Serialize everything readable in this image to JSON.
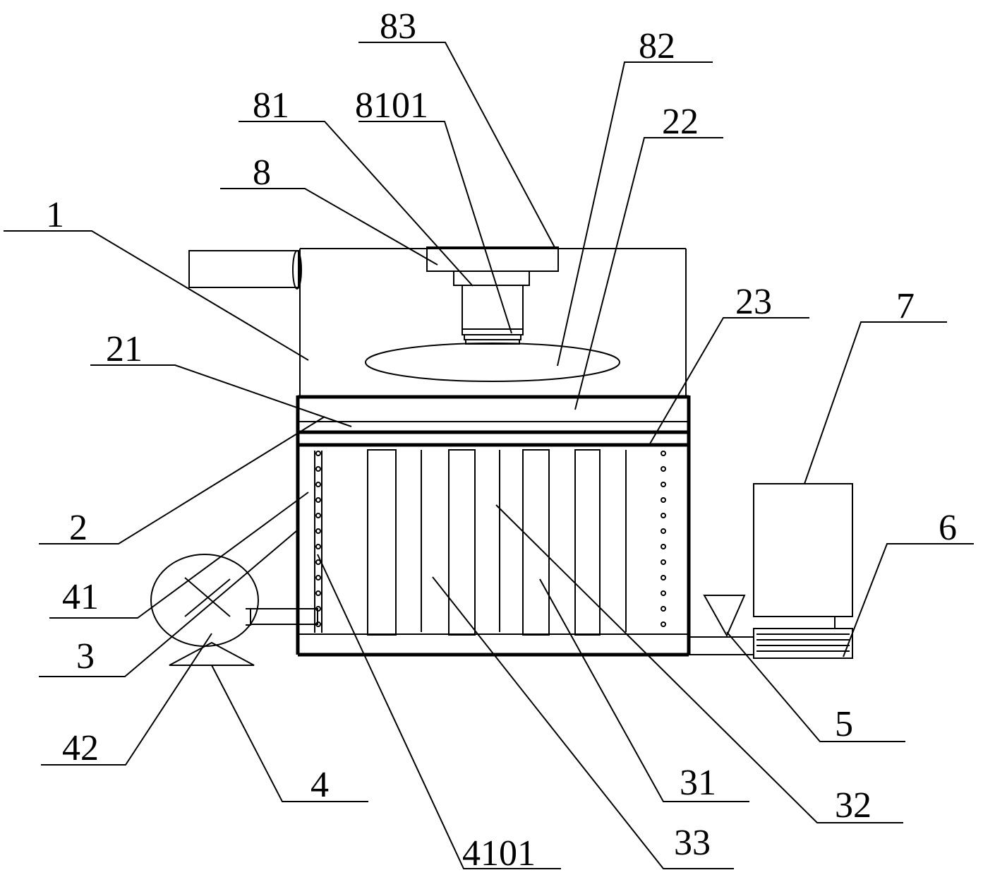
{
  "labels": {
    "l83": "83",
    "l82": "82",
    "l81": "81",
    "l8101": "8101",
    "l22": "22",
    "l8": "8",
    "l1": "1",
    "l23": "23",
    "l7": "7",
    "l21": "21",
    "l6": "6",
    "l2": "2",
    "l41": "41",
    "l3": "3",
    "l5": "5",
    "l42": "42",
    "l4": "4",
    "l31": "31",
    "l32": "32",
    "l4101": "4101",
    "l33": "33"
  }
}
